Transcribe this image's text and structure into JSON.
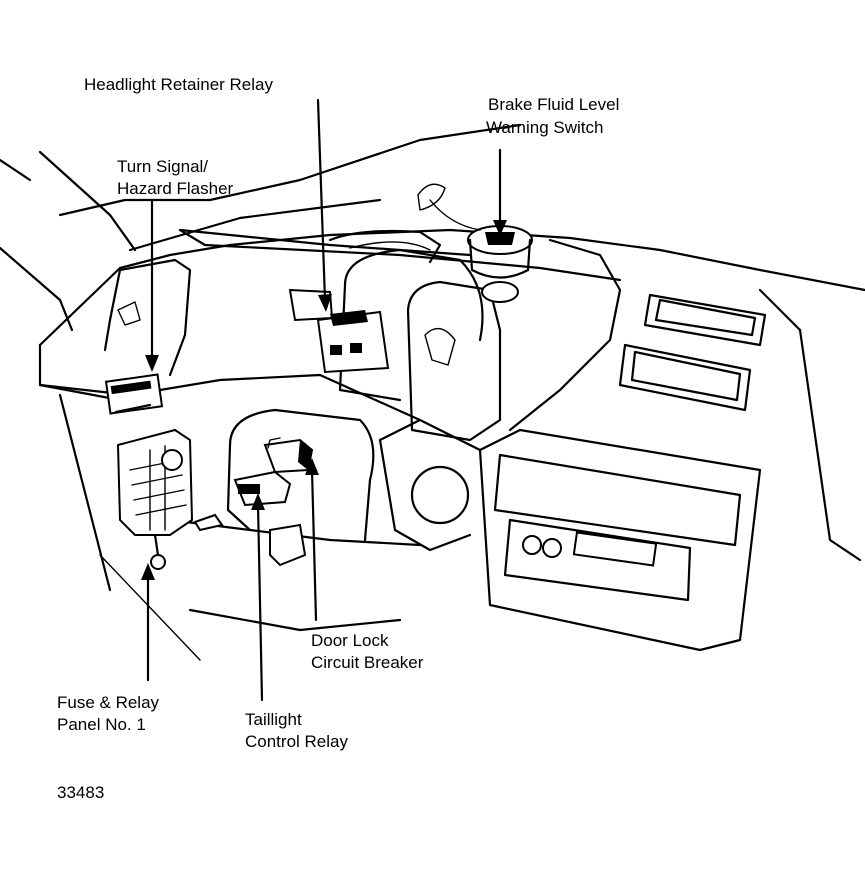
{
  "labels": {
    "headlight_retainer_relay": "Headlight Retainer Relay",
    "brake_fluid_line1": "Brake Fluid Level",
    "brake_fluid_line2": "Warning Switch",
    "turn_signal_line1": "Turn Signal/",
    "turn_signal_line2": "Hazard Flasher",
    "door_lock_line1": "Door Lock",
    "door_lock_line2": "Circuit Breaker",
    "fuse_relay_line1": "Fuse & Relay",
    "fuse_relay_line2": "Panel No. 1",
    "taillight_line1": "Taillight",
    "taillight_line2": "Control Relay",
    "figure_number": "33483"
  },
  "colors": {
    "ink": "#000000",
    "paper": "#ffffff"
  }
}
